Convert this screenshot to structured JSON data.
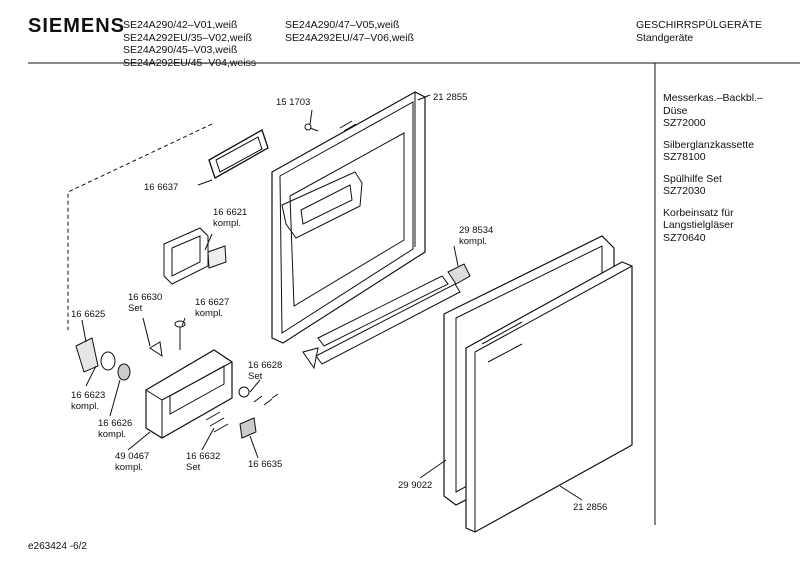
{
  "header": {
    "brand": "SIEMENS",
    "models_col1": [
      "SE24A290/42–V01,weiß",
      "SE24A292EU/35–V02,weiß",
      "SE24A290/45–V03,weiß",
      "SE24A292EU/45–V04,weiss"
    ],
    "models_col2": [
      "SE24A290/47–V05,weiß",
      "SE24A292EU/47–V06,weiß"
    ],
    "category": [
      "GESCHIRRSPÜLGERÄTE",
      "Standgeräte"
    ]
  },
  "accessories": [
    {
      "name": [
        "Messerkas.–Backbl.–",
        "Düse"
      ],
      "code": "SZ72000"
    },
    {
      "name": [
        "Silberglanzkassette"
      ],
      "code": "SZ78100"
    },
    {
      "name": [
        "Spülhilfe Set"
      ],
      "code": "SZ72030"
    },
    {
      "name": [
        "Korbeinsatz für",
        "Langstielgläser"
      ],
      "code": "SZ70640"
    }
  ],
  "parts": {
    "p151703": "15 1703",
    "p212855": "21 2855",
    "p166637": "16 6637",
    "p166621": [
      "16 6621",
      "kompl."
    ],
    "p298534": [
      "29 8534",
      "kompl."
    ],
    "p166630": [
      "16 6630",
      "Set"
    ],
    "p166627": [
      "16 6627",
      "kompl."
    ],
    "p166625": "16 6625",
    "p166623": [
      "16 6623",
      "kompl."
    ],
    "p166626": [
      "16 6626",
      "kompl."
    ],
    "p166628": [
      "16 6628",
      "Set"
    ],
    "p490467": [
      "49 0467",
      "kompl."
    ],
    "p166632": [
      "16 6632",
      "Set"
    ],
    "p166635": "16 6635",
    "p299022": "29 9022",
    "p212856": "21 2856"
  },
  "footer": "e263424 -6/2"
}
